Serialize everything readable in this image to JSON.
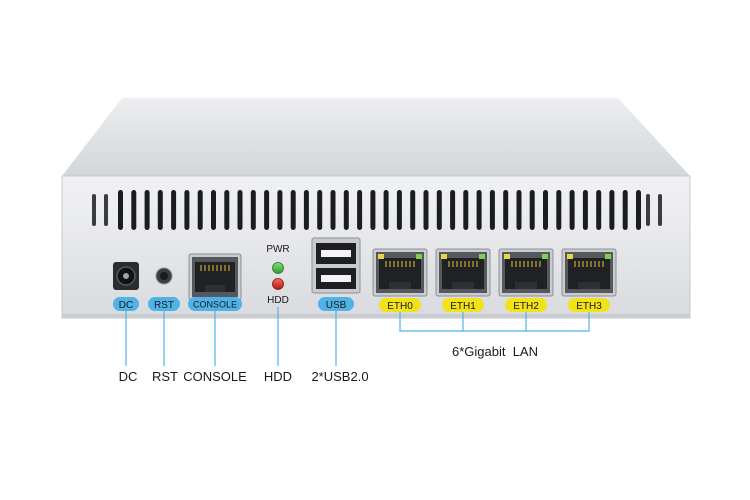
{
  "panel": {
    "pwr_led_label": "PWR",
    "hdd_led_label": "HDD"
  },
  "tags": {
    "dc": "DC",
    "rst": "RST",
    "console": "CONSOLE",
    "usb": "USB",
    "eth0": "ETH0",
    "eth1": "ETH1",
    "eth2": "ETH2",
    "eth3": "ETH3"
  },
  "callouts": {
    "dc": "DC",
    "rst": "RST",
    "console": "CONSOLE",
    "hdd": "HDD",
    "usb": "2*USB2.0",
    "lan": "6*Gigabit  LAN"
  },
  "colors": {
    "blue_tag": "#4fb3e8",
    "yellow_tag": "#f1e21a",
    "chassis": "#e4e5e7",
    "pwr_led": "#3fb23c",
    "hdd_led": "#d82a1e"
  },
  "icons": [
    "dc-jack-icon",
    "reset-button-icon",
    "rj45-port-icon",
    "usb-port-icon",
    "led-icon"
  ]
}
